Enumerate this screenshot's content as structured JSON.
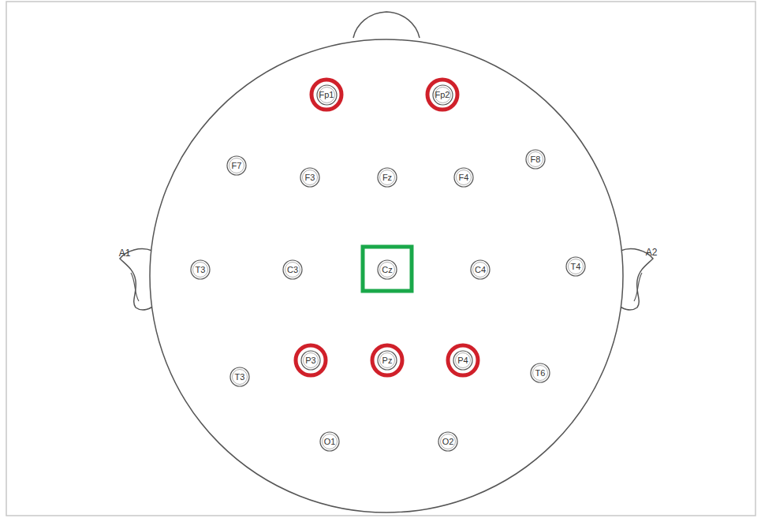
{
  "diagram": {
    "nodes": [
      {
        "text": [
          "Fp1"
        ]
      },
      {
        "text": [
          "Fp2"
        ]
      },
      {
        "text": [
          "F7"
        ]
      },
      {
        "text": [
          "F3"
        ]
      },
      {
        "text": [
          "Fz"
        ]
      },
      {
        "text": [
          "F4"
        ]
      },
      {
        "text": [
          "F8"
        ]
      },
      {
        "text": [
          "T3"
        ]
      },
      {
        "text": [
          "C3"
        ]
      },
      {
        "text": [
          "Cz"
        ]
      },
      {
        "text": [
          "C4"
        ]
      },
      {
        "text": [
          "T4"
        ]
      },
      {
        "text": [
          "T3"
        ]
      },
      {
        "text": [
          "P3"
        ]
      },
      {
        "text": [
          "Pz"
        ]
      },
      {
        "text": [
          "P4"
        ]
      },
      {
        "text": [
          "T6"
        ]
      },
      {
        "text": [
          "O1"
        ]
      },
      {
        "text": [
          "O2"
        ]
      }
    ],
    "labels": [
      "A1",
      "A2"
    ]
  }
}
